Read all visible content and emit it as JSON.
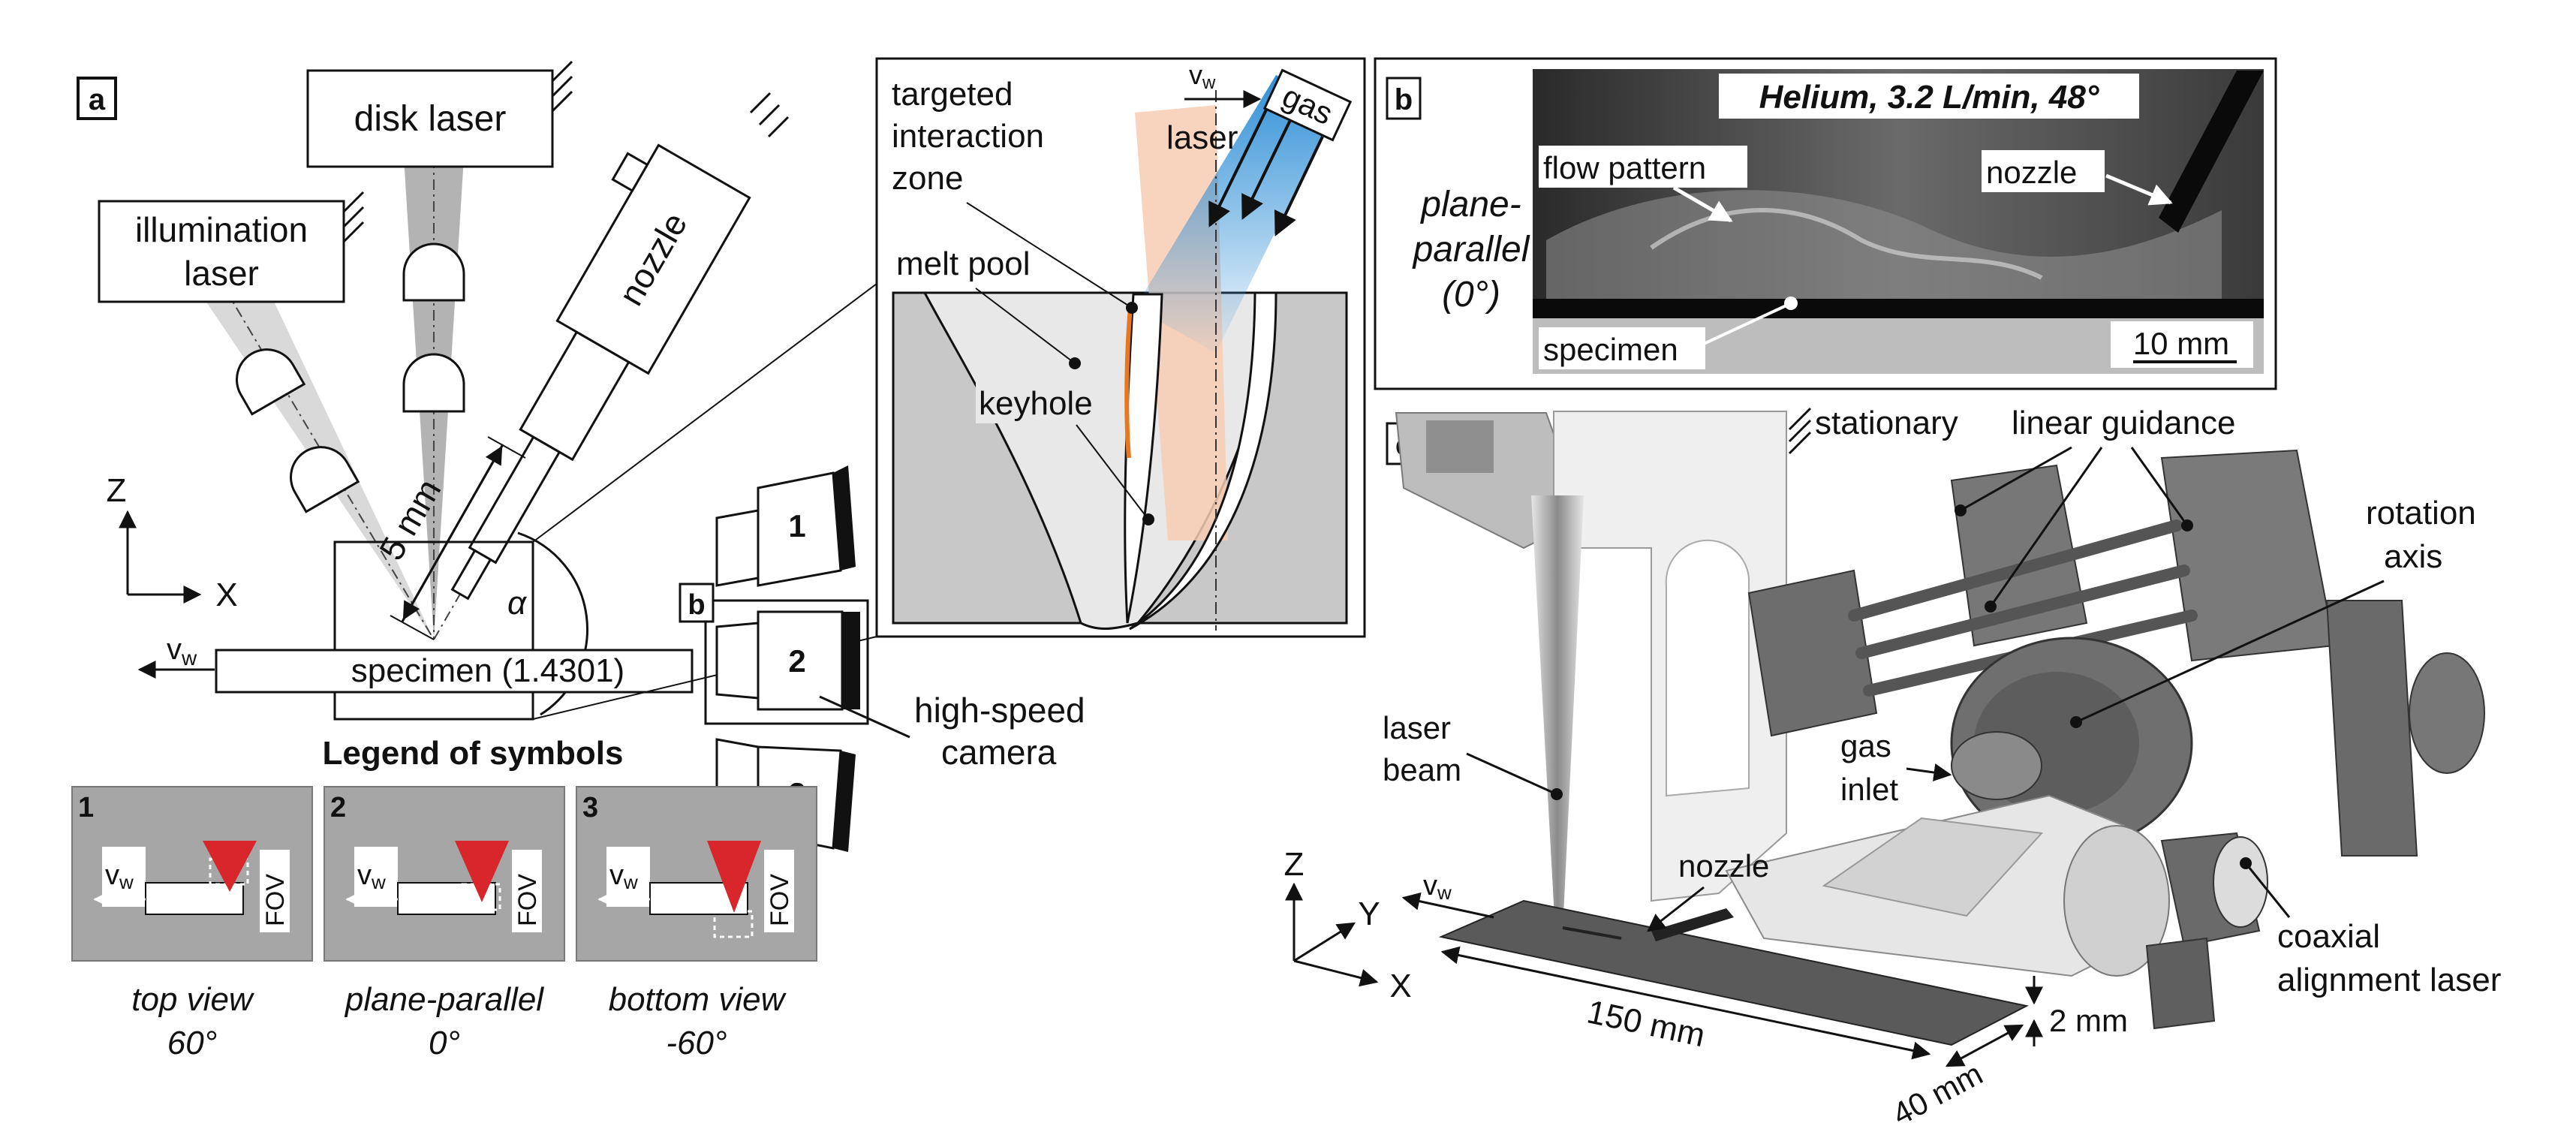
{
  "panels": {
    "a": "a",
    "b": "b",
    "c": "c"
  },
  "panel_a": {
    "disk_laser": "disk laser",
    "illumination_laser": [
      "illumination",
      "laser"
    ],
    "nozzle": "nozzle",
    "axis_z": "Z",
    "axis_x": "X",
    "distance": "5 mm",
    "alpha": "α",
    "v_main": "v",
    "v_sub": "w",
    "specimen": "specimen (1.4301)",
    "cam1": "1",
    "cam2": "2",
    "cam3": "3",
    "camera_label": [
      "high-speed",
      "camera"
    ],
    "legend_title": "Legend of symbols",
    "legend": [
      {
        "num": "1",
        "fov": "FOV",
        "caption": [
          "top view",
          "60°"
        ]
      },
      {
        "num": "2",
        "fov": "FOV",
        "caption": [
          "plane-parallel",
          "0°"
        ]
      },
      {
        "num": "3",
        "fov": "FOV",
        "caption": [
          "bottom view",
          "-60°"
        ]
      }
    ]
  },
  "inset": {
    "targeted": [
      "targeted",
      "interaction",
      "zone"
    ],
    "melt_pool": "melt pool",
    "keyhole": "keyhole",
    "laser": "laser",
    "gas": "gas",
    "v_main": "v",
    "v_sub": "w"
  },
  "panel_b": {
    "title": "Helium, 3.2 L/min, 48°",
    "side_label": [
      "plane-",
      "parallel",
      "(0°)"
    ],
    "flow_pattern": "flow pattern",
    "nozzle": "nozzle",
    "specimen": "specimen",
    "scale": "10 mm"
  },
  "panel_c": {
    "stationary": "stationary",
    "linear_guidance": "linear guidance",
    "rotation_axis": [
      "rotation",
      "axis"
    ],
    "laser_beam": [
      "laser",
      "beam"
    ],
    "gas_inlet": [
      "gas",
      "inlet"
    ],
    "nozzle": "nozzle",
    "coaxial": [
      "coaxial",
      "alignment laser"
    ],
    "axis_z": "Z",
    "axis_y": "Y",
    "axis_x": "X",
    "v_main": "v",
    "v_sub": "w",
    "len_150": "150 mm",
    "len_40": "40 mm",
    "len_2": "2 mm"
  },
  "colors": {
    "red": "#d9262a",
    "orange": "#e87722",
    "blue": "#2f8fd6",
    "laser_peach": "#f7cdb4"
  }
}
